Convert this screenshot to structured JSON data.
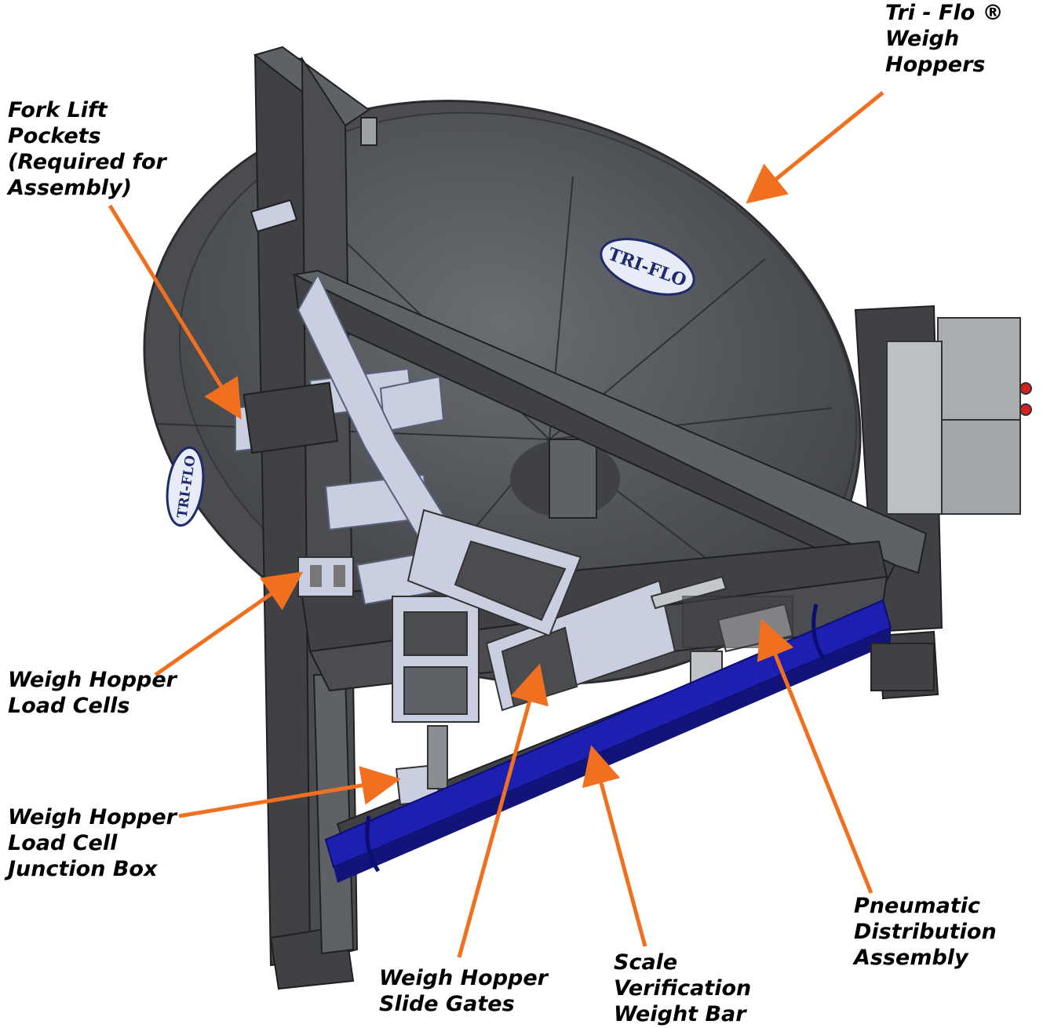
{
  "colors": {
    "background": "#ffffff",
    "machine_dark": "#4a4c50",
    "machine_mid": "#5e6165",
    "machine_light": "#7b7e83",
    "frame": "#3f4144",
    "bracket": "#c9cfe0",
    "weight_bar": "#1d1fb0",
    "arrow": "#f07020",
    "label_text": "#000000",
    "logo_text": "#1f2a6b",
    "logo_fill": "#e8ecf6"
  },
  "logos": {
    "main": "TRI-FLO",
    "side": "TRI-FLO"
  },
  "callouts": {
    "tri_flo": {
      "lines": [
        "Tri - Flo ®",
        "Weigh",
        "Hoppers"
      ]
    },
    "fork_lift": {
      "lines": [
        "Fork Lift",
        "Pockets",
        "(Required for",
        "Assembly)"
      ]
    },
    "load_cells": {
      "lines": [
        "Weigh Hopper",
        "Load Cells"
      ]
    },
    "junction_box": {
      "lines": [
        "Weigh Hopper",
        "Load Cell",
        "Junction Box"
      ]
    },
    "slide_gates": {
      "lines": [
        "Weigh Hopper",
        "Slide Gates"
      ]
    },
    "weight_bar": {
      "lines": [
        "Scale",
        "Verification",
        "Weight Bar"
      ]
    },
    "pneumatic": {
      "lines": [
        "Pneumatic",
        "Distribution",
        "Assembly"
      ]
    }
  }
}
